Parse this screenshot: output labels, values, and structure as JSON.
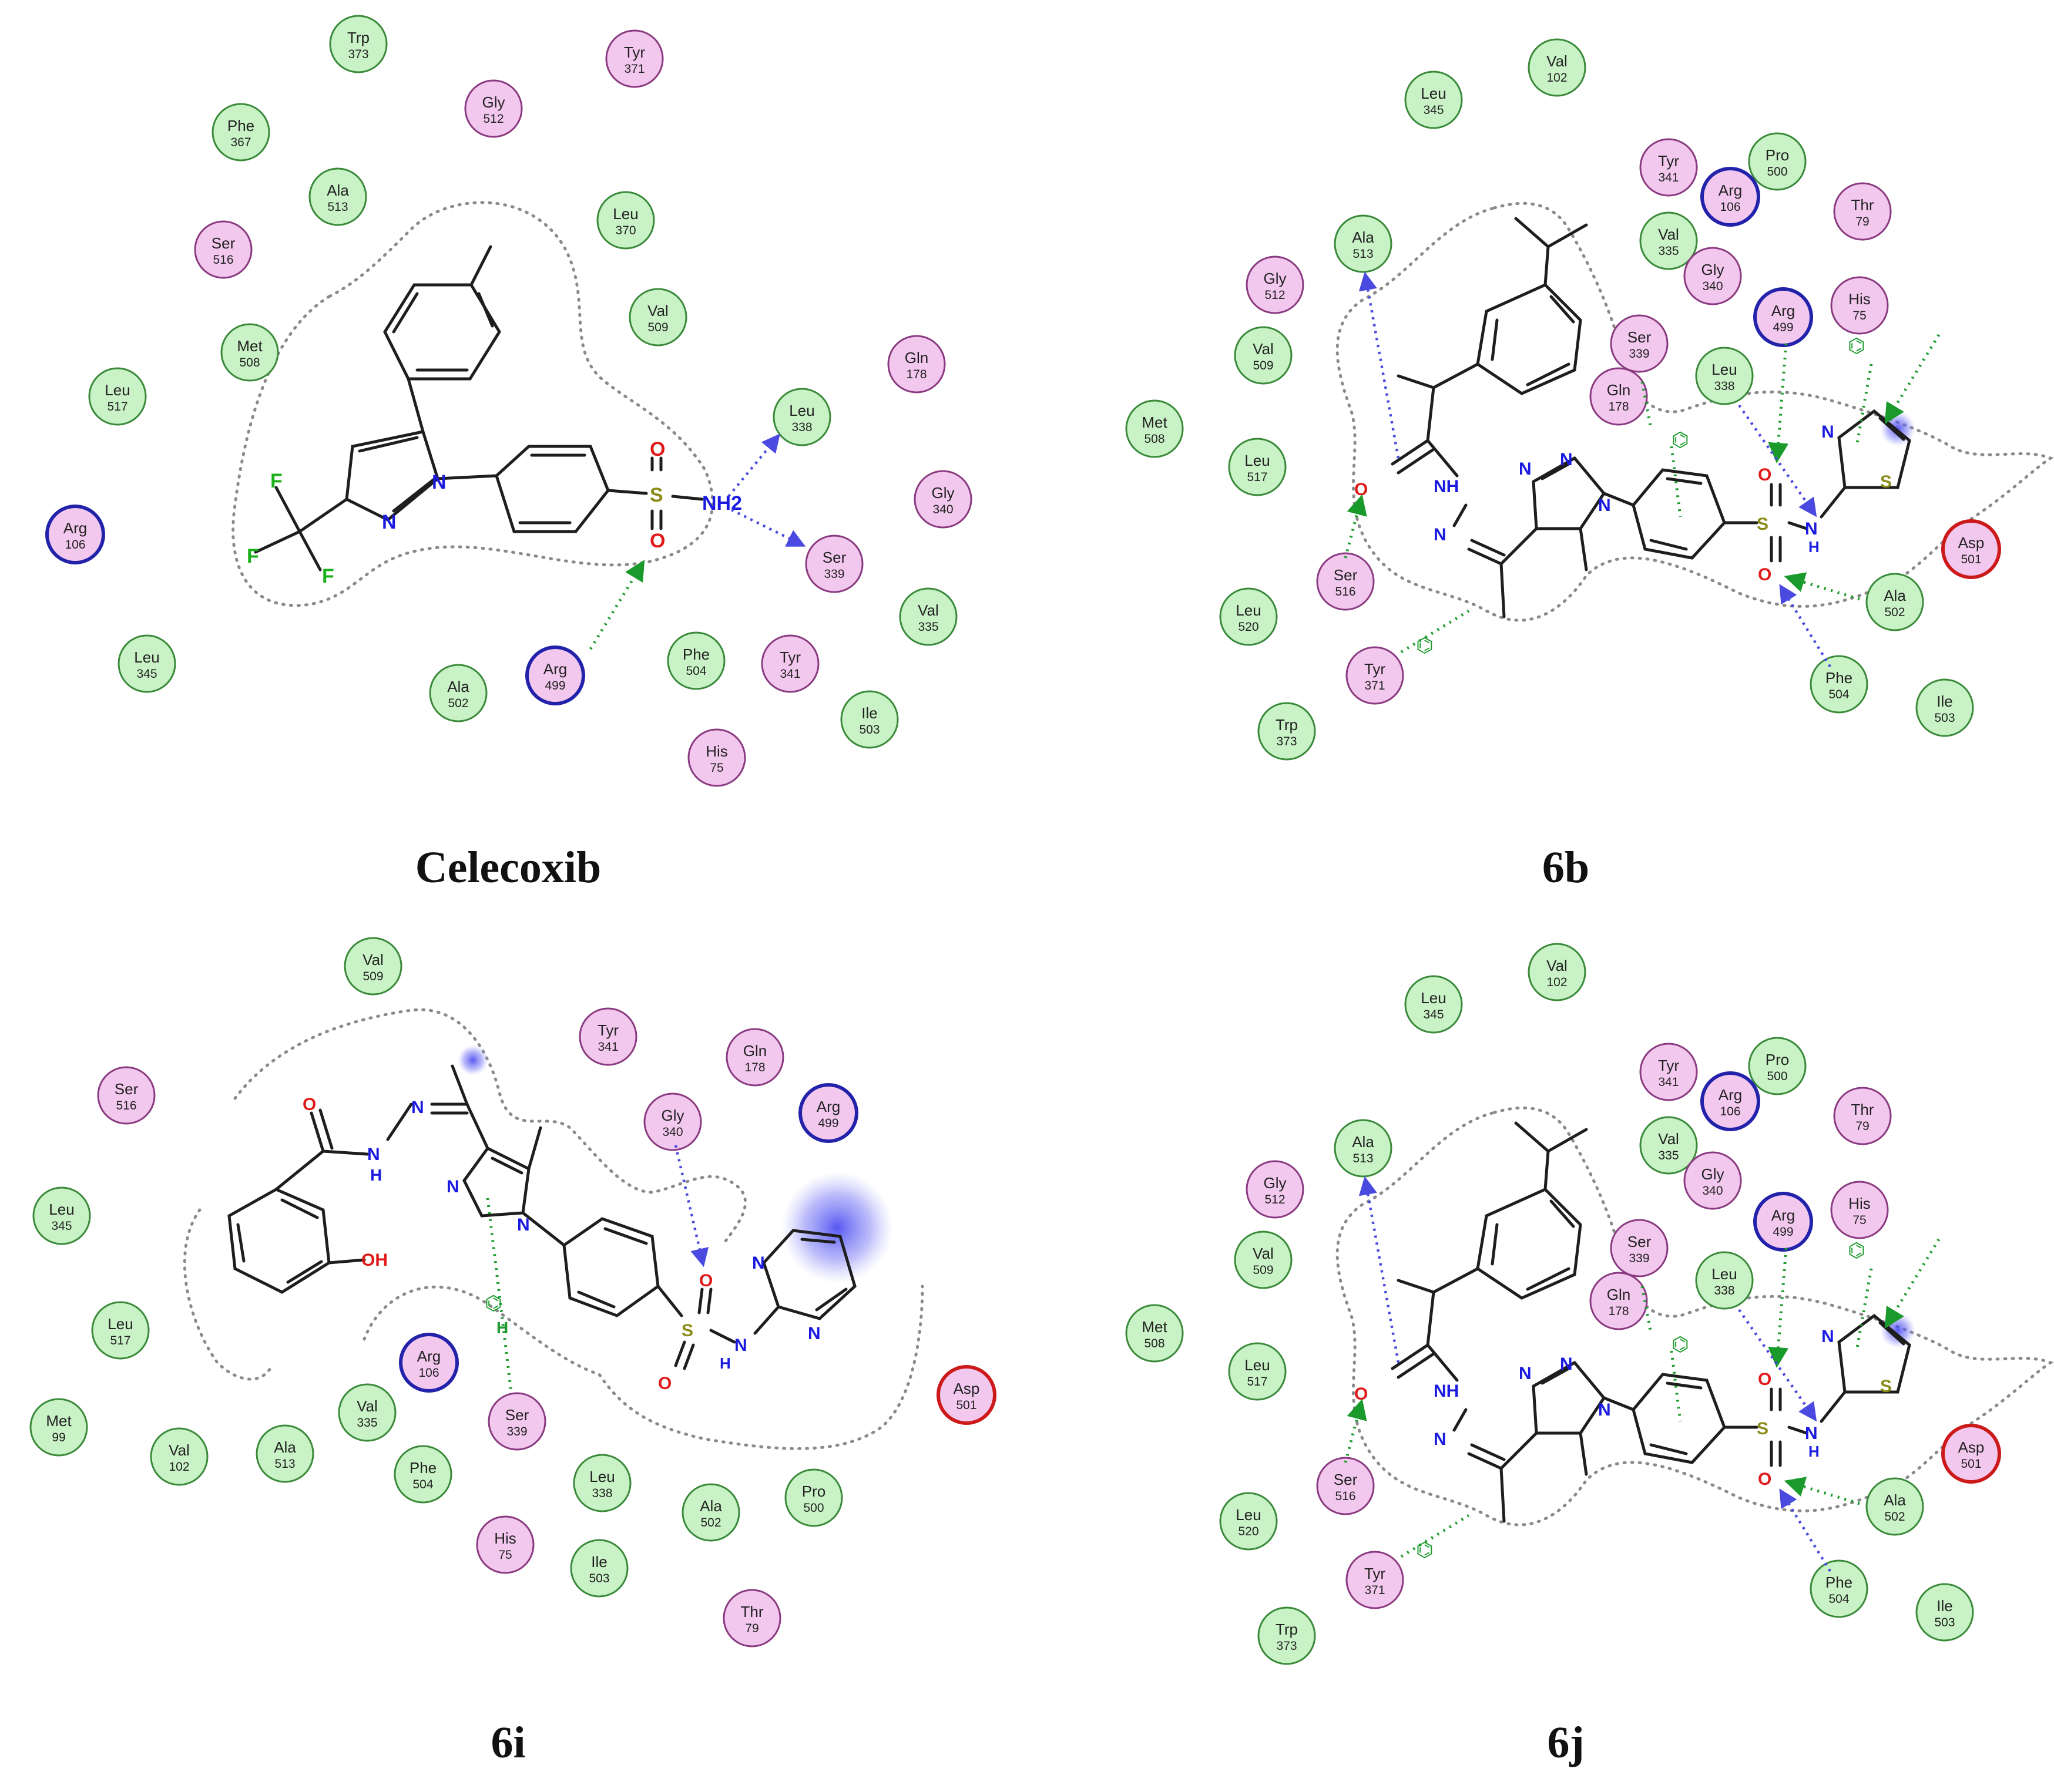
{
  "colors": {
    "green_fill": "#c9f2c6",
    "green_stroke": "#3a8a3a",
    "pink_fill": "#f3c8ee",
    "pink_stroke": "#8a3a80",
    "arg_fill": "#f3c8ee",
    "arg_stroke": "#2222aa",
    "asp_fill": "#f3c8ee",
    "asp_stroke": "#cc1a1a",
    "halo": "#a8d4f2"
  },
  "panels": [
    {
      "title": "Celecoxib",
      "residues": [
        {
          "name": "Trp",
          "num": "373",
          "kind": "green"
        },
        {
          "name": "Tyr",
          "num": "371",
          "kind": "pink"
        },
        {
          "name": "Phe",
          "num": "367",
          "kind": "green"
        },
        {
          "name": "Gly",
          "num": "512",
          "kind": "pink"
        },
        {
          "name": "Ala",
          "num": "513",
          "kind": "green"
        },
        {
          "name": "Leu",
          "num": "370",
          "kind": "green"
        },
        {
          "name": "Ser",
          "num": "516",
          "kind": "pink"
        },
        {
          "name": "Val",
          "num": "509",
          "kind": "green"
        },
        {
          "name": "Met",
          "num": "508",
          "kind": "green"
        },
        {
          "name": "Gln",
          "num": "178",
          "kind": "pink"
        },
        {
          "name": "Leu",
          "num": "517",
          "kind": "green"
        },
        {
          "name": "Leu",
          "num": "338",
          "kind": "green"
        },
        {
          "name": "Gly",
          "num": "340",
          "kind": "pink"
        },
        {
          "name": "Arg",
          "num": "106",
          "kind": "arg"
        },
        {
          "name": "Ser",
          "num": "339",
          "kind": "pink"
        },
        {
          "name": "Val",
          "num": "335",
          "kind": "green"
        },
        {
          "name": "Leu",
          "num": "345",
          "kind": "green"
        },
        {
          "name": "Arg",
          "num": "499",
          "kind": "arg"
        },
        {
          "name": "Phe",
          "num": "504",
          "kind": "green"
        },
        {
          "name": "Tyr",
          "num": "341",
          "kind": "pink"
        },
        {
          "name": "Ala",
          "num": "502",
          "kind": "green"
        },
        {
          "name": "Ile",
          "num": "503",
          "kind": "green"
        },
        {
          "name": "His",
          "num": "75",
          "kind": "pink"
        }
      ],
      "atoms": [
        {
          "label": "F",
          "kind": "F"
        },
        {
          "label": "F",
          "kind": "F"
        },
        {
          "label": "F",
          "kind": "F"
        },
        {
          "label": "N",
          "kind": "N"
        },
        {
          "label": "N",
          "kind": "N"
        },
        {
          "label": "S",
          "kind": "S"
        },
        {
          "label": "O",
          "kind": "O"
        },
        {
          "label": "O",
          "kind": "O"
        },
        {
          "label": "NH2",
          "kind": "N"
        }
      ]
    },
    {
      "title": "6b",
      "residues": [
        {
          "name": "Val",
          "num": "102",
          "kind": "green"
        },
        {
          "name": "Leu",
          "num": "345",
          "kind": "green"
        },
        {
          "name": "Tyr",
          "num": "341",
          "kind": "pink"
        },
        {
          "name": "Pro",
          "num": "500",
          "kind": "green"
        },
        {
          "name": "Arg",
          "num": "106",
          "kind": "arg"
        },
        {
          "name": "Thr",
          "num": "79",
          "kind": "pink"
        },
        {
          "name": "Ala",
          "num": "513",
          "kind": "green"
        },
        {
          "name": "Val",
          "num": "335",
          "kind": "green"
        },
        {
          "name": "Gly",
          "num": "340",
          "kind": "pink"
        },
        {
          "name": "Gly",
          "num": "512",
          "kind": "pink"
        },
        {
          "name": "Arg",
          "num": "499",
          "kind": "arg"
        },
        {
          "name": "His",
          "num": "75",
          "kind": "pink"
        },
        {
          "name": "Val",
          "num": "509",
          "kind": "green"
        },
        {
          "name": "Ser",
          "num": "339",
          "kind": "pink"
        },
        {
          "name": "Leu",
          "num": "338",
          "kind": "green"
        },
        {
          "name": "Gln",
          "num": "178",
          "kind": "pink"
        },
        {
          "name": "Met",
          "num": "508",
          "kind": "green"
        },
        {
          "name": "Leu",
          "num": "517",
          "kind": "green"
        },
        {
          "name": "Asp",
          "num": "501",
          "kind": "asp"
        },
        {
          "name": "Ser",
          "num": "516",
          "kind": "pink"
        },
        {
          "name": "Ala",
          "num": "502",
          "kind": "green"
        },
        {
          "name": "Leu",
          "num": "520",
          "kind": "green"
        },
        {
          "name": "Tyr",
          "num": "371",
          "kind": "pink"
        },
        {
          "name": "Phe",
          "num": "504",
          "kind": "green"
        },
        {
          "name": "Ile",
          "num": "503",
          "kind": "green"
        },
        {
          "name": "Trp",
          "num": "373",
          "kind": "green"
        }
      ],
      "atoms": [
        {
          "label": "O",
          "kind": "O"
        },
        {
          "label": "NH",
          "kind": "N"
        },
        {
          "label": "N",
          "kind": "N"
        },
        {
          "label": "N",
          "kind": "N"
        },
        {
          "label": "N",
          "kind": "N"
        },
        {
          "label": "N",
          "kind": "N"
        },
        {
          "label": "S",
          "kind": "S"
        },
        {
          "label": "O",
          "kind": "O"
        },
        {
          "label": "O",
          "kind": "O"
        },
        {
          "label": "N",
          "kind": "N"
        },
        {
          "label": "H",
          "kind": "N"
        },
        {
          "label": "N",
          "kind": "N"
        },
        {
          "label": "S",
          "kind": "S"
        }
      ]
    },
    {
      "title": "6i",
      "residues": [
        {
          "name": "Val",
          "num": "509",
          "kind": "green"
        },
        {
          "name": "Tyr",
          "num": "341",
          "kind": "pink"
        },
        {
          "name": "Gln",
          "num": "178",
          "kind": "pink"
        },
        {
          "name": "Ser",
          "num": "516",
          "kind": "pink"
        },
        {
          "name": "Gly",
          "num": "340",
          "kind": "pink"
        },
        {
          "name": "Arg",
          "num": "499",
          "kind": "arg"
        },
        {
          "name": "Leu",
          "num": "345",
          "kind": "green"
        },
        {
          "name": "Leu",
          "num": "517",
          "kind": "green"
        },
        {
          "name": "Arg",
          "num": "106",
          "kind": "arg"
        },
        {
          "name": "Asp",
          "num": "501",
          "kind": "asp"
        },
        {
          "name": "Met",
          "num": "99",
          "kind": "green"
        },
        {
          "name": "Val",
          "num": "102",
          "kind": "green"
        },
        {
          "name": "Ala",
          "num": "513",
          "kind": "green"
        },
        {
          "name": "Val",
          "num": "335",
          "kind": "green"
        },
        {
          "name": "Ser",
          "num": "339",
          "kind": "pink"
        },
        {
          "name": "Phe",
          "num": "504",
          "kind": "green"
        },
        {
          "name": "Leu",
          "num": "338",
          "kind": "green"
        },
        {
          "name": "Ala",
          "num": "502",
          "kind": "green"
        },
        {
          "name": "Pro",
          "num": "500",
          "kind": "green"
        },
        {
          "name": "His",
          "num": "75",
          "kind": "pink"
        },
        {
          "name": "Ile",
          "num": "503",
          "kind": "green"
        },
        {
          "name": "Thr",
          "num": "79",
          "kind": "pink"
        }
      ],
      "atoms": [
        {
          "label": "O",
          "kind": "O"
        },
        {
          "label": "N",
          "kind": "N"
        },
        {
          "label": "H",
          "kind": "N"
        },
        {
          "label": "OH",
          "kind": "O"
        },
        {
          "label": "N",
          "kind": "N"
        },
        {
          "label": "N",
          "kind": "N"
        },
        {
          "label": "N",
          "kind": "N"
        },
        {
          "label": "H",
          "kind": "G"
        },
        {
          "label": "S",
          "kind": "S"
        },
        {
          "label": "O",
          "kind": "O"
        },
        {
          "label": "O",
          "kind": "O"
        },
        {
          "label": "N",
          "kind": "N"
        },
        {
          "label": "H",
          "kind": "N"
        },
        {
          "label": "N",
          "kind": "N"
        },
        {
          "label": "N",
          "kind": "N"
        }
      ]
    },
    {
      "title": "6j",
      "residues": [
        {
          "name": "Val",
          "num": "102",
          "kind": "green"
        },
        {
          "name": "Leu",
          "num": "345",
          "kind": "green"
        },
        {
          "name": "Tyr",
          "num": "341",
          "kind": "pink"
        },
        {
          "name": "Pro",
          "num": "500",
          "kind": "green"
        },
        {
          "name": "Arg",
          "num": "106",
          "kind": "arg"
        },
        {
          "name": "Thr",
          "num": "79",
          "kind": "pink"
        },
        {
          "name": "Ala",
          "num": "513",
          "kind": "green"
        },
        {
          "name": "Val",
          "num": "335",
          "kind": "green"
        },
        {
          "name": "Gly",
          "num": "340",
          "kind": "pink"
        },
        {
          "name": "Gly",
          "num": "512",
          "kind": "pink"
        },
        {
          "name": "Arg",
          "num": "499",
          "kind": "arg"
        },
        {
          "name": "His",
          "num": "75",
          "kind": "pink"
        },
        {
          "name": "Val",
          "num": "509",
          "kind": "green"
        },
        {
          "name": "Ser",
          "num": "339",
          "kind": "pink"
        },
        {
          "name": "Leu",
          "num": "338",
          "kind": "green"
        },
        {
          "name": "Gln",
          "num": "178",
          "kind": "pink"
        },
        {
          "name": "Met",
          "num": "508",
          "kind": "green"
        },
        {
          "name": "Leu",
          "num": "517",
          "kind": "green"
        },
        {
          "name": "Asp",
          "num": "501",
          "kind": "asp"
        },
        {
          "name": "Ser",
          "num": "516",
          "kind": "pink"
        },
        {
          "name": "Ala",
          "num": "502",
          "kind": "green"
        },
        {
          "name": "Leu",
          "num": "520",
          "kind": "green"
        },
        {
          "name": "Tyr",
          "num": "371",
          "kind": "pink"
        },
        {
          "name": "Phe",
          "num": "504",
          "kind": "green"
        },
        {
          "name": "Ile",
          "num": "503",
          "kind": "green"
        },
        {
          "name": "Trp",
          "num": "373",
          "kind": "green"
        }
      ],
      "atoms": [
        {
          "label": "O",
          "kind": "O"
        },
        {
          "label": "NH",
          "kind": "N"
        },
        {
          "label": "N",
          "kind": "N"
        },
        {
          "label": "N",
          "kind": "N"
        },
        {
          "label": "N",
          "kind": "N"
        },
        {
          "label": "N",
          "kind": "N"
        },
        {
          "label": "S",
          "kind": "S"
        },
        {
          "label": "O",
          "kind": "O"
        },
        {
          "label": "O",
          "kind": "O"
        },
        {
          "label": "N",
          "kind": "N"
        },
        {
          "label": "H",
          "kind": "N"
        },
        {
          "label": "N",
          "kind": "N"
        },
        {
          "label": "S",
          "kind": "S"
        }
      ]
    }
  ]
}
